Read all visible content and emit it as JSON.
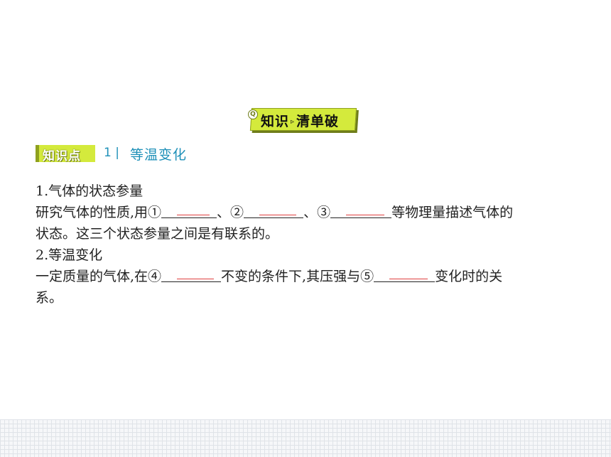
{
  "banner": {
    "badge": "Q",
    "text_left": "知识",
    "separator": "▹",
    "text_right": "清单破"
  },
  "knowledge_point": {
    "tag": "知识点",
    "number": "1 |",
    "title": "等温变化"
  },
  "section1": {
    "heading": "1.气体的状态参量",
    "line1_a": "研究气体的性质,用①",
    "line1_b": "、②",
    "line1_c": "、③",
    "line1_d": "等物理量描述气体的",
    "line2": "状态。这三个状态参量之间是有联系的。"
  },
  "section2": {
    "heading": "2.等温变化",
    "line1_a": "一定质量的气体,在④",
    "line1_b": "不变的条件下,其压强与⑤",
    "line1_c": "变化时的关",
    "line2": "系。"
  }
}
